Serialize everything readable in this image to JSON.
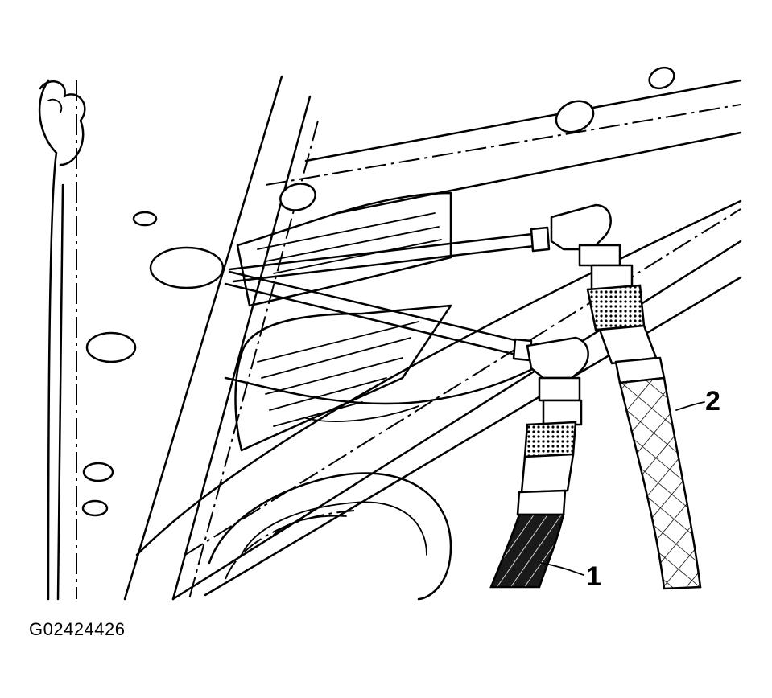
{
  "callouts": [
    {
      "number": "1"
    },
    {
      "number": "2"
    }
  ],
  "figure_id": "G02424426",
  "colors": {
    "ink": "#000000",
    "paper": "#ffffff"
  }
}
